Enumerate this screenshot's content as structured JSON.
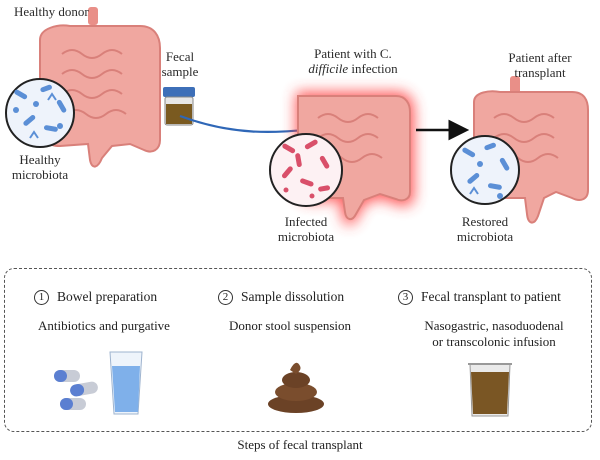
{
  "labels": {
    "healthy_donor": "Healthy donor",
    "fecal_sample_1": "Fecal",
    "fecal_sample_2": "sample",
    "healthy_microbiota_1": "Healthy",
    "healthy_microbiota_2": "microbiota",
    "patient_infection_1": "Patient with C.",
    "patient_infection_2_italic": "difficile",
    "patient_infection_2_rest": " infection",
    "infected_microbiota_1": "Infected",
    "infected_microbiota_2": "microbiota",
    "patient_after_1": "Patient after",
    "patient_after_2": "transplant",
    "restored_microbiota_1": "Restored",
    "restored_microbiota_2": "microbiota"
  },
  "steps": [
    {
      "number": "1",
      "title": "Bowel preparation",
      "desc_1": "Antibiotics and purgative",
      "desc_2": ""
    },
    {
      "number": "2",
      "title": "Sample dissolution",
      "desc_1": "Donor stool suspension",
      "desc_2": ""
    },
    {
      "number": "3",
      "title": "Fecal transplant to patient",
      "desc_1": "Nasogastric, nasoduodenal",
      "desc_2": "or transcolonic infusion"
    }
  ],
  "caption": "Steps of fecal transplant",
  "colors": {
    "intestine": "#f0a7a0",
    "intestine_dark": "#d9807a",
    "infection_glow": "#ff3b3b",
    "arrow_blue": "#2f67b7",
    "healthy_bacteria": "#5b8fd6",
    "infected_bacteria": "#d9506a",
    "stool": "#6b4226"
  }
}
